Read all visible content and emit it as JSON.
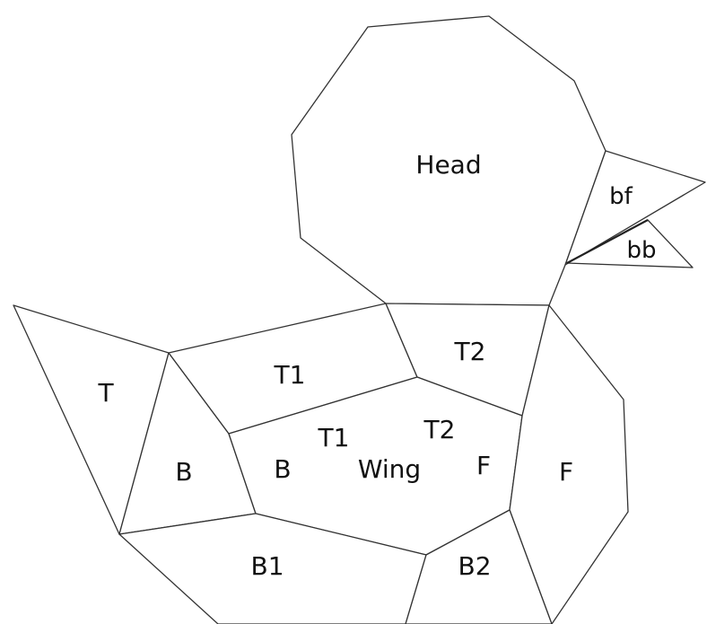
{
  "labels": {
    "head": "Head",
    "beak_front": "bf",
    "beak_back": "bb",
    "tail": "T",
    "tail_base": "B",
    "top_1": "T1",
    "top_2": "T2",
    "wing_t1": "T1",
    "wing_t2": "T2",
    "wing_b": "B",
    "wing": "Wing",
    "wing_f": "F",
    "front": "F",
    "bottom_1": "B1",
    "bottom_2": "B2"
  }
}
